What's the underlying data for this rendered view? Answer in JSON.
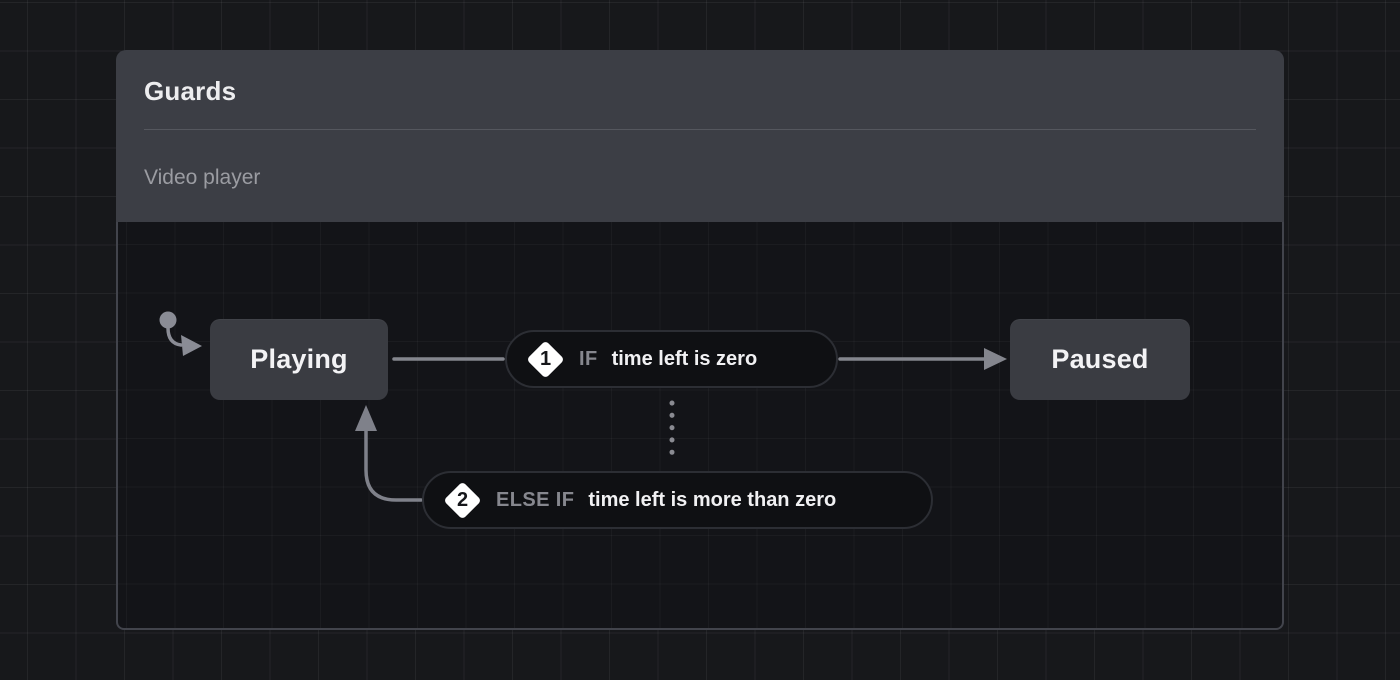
{
  "panel": {
    "title": "Guards",
    "description": "Video player"
  },
  "diagram": {
    "states": [
      {
        "label": "Playing"
      },
      {
        "label": "Paused"
      }
    ],
    "transitions": [
      {
        "number": "1",
        "keyword": "IF",
        "condition": "time left is zero"
      },
      {
        "number": "2",
        "keyword": "ELSE IF",
        "condition": "time left is more than zero"
      }
    ]
  },
  "colors": {
    "page_background": "#17181b",
    "header_background": "#3c3e45",
    "canvas_background": "#131418",
    "canvas_border": "#42444c",
    "state_background": "#3a3c42",
    "pill_background": "#0f1013",
    "pill_border": "#2c2e34",
    "arrow": "#84868e",
    "text_primary": "#f1f1f3",
    "text_muted": "#9b9ca2",
    "keyword_text": "#86878e",
    "diamond_fill": "#ffffff"
  }
}
